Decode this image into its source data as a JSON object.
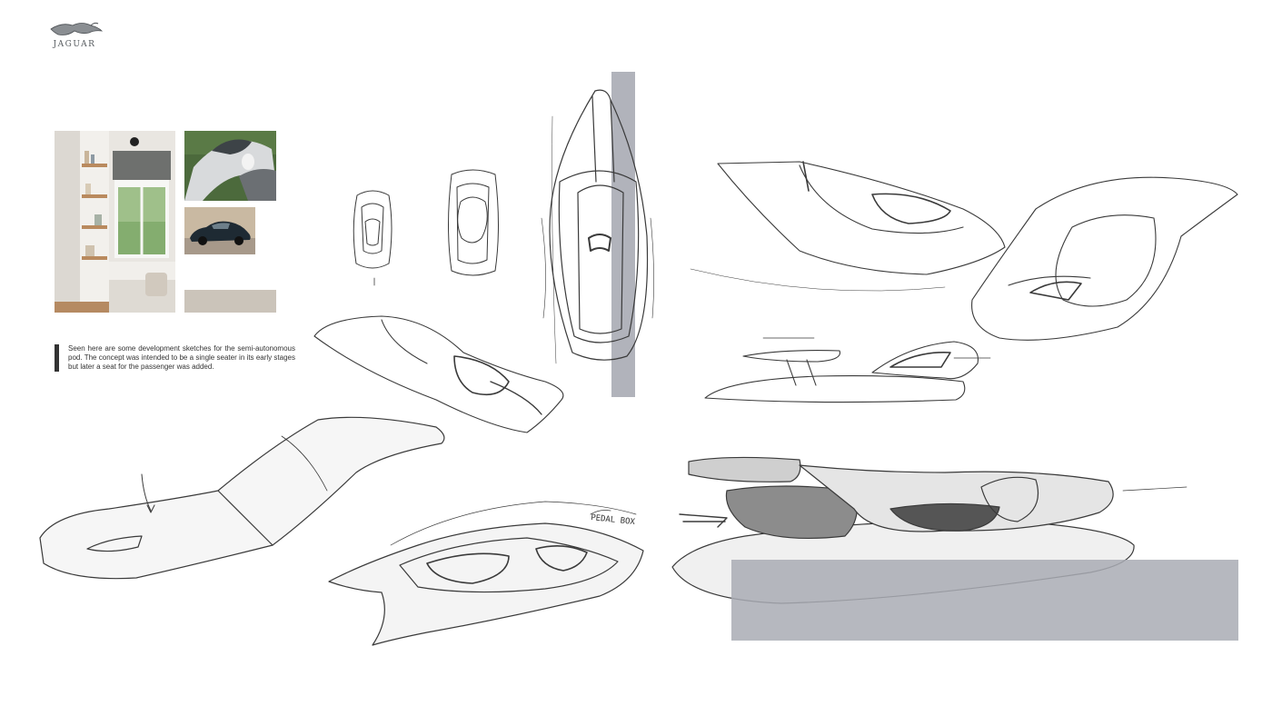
{
  "brand": {
    "logo_text": "JAGUAR",
    "leaper_icon": "jaguar-leaper-icon"
  },
  "caption": {
    "text": "Seen here are some development sketches for the semi-autonomous pod. The concept was intended to be a single seater in its early stages but later a seat for the passenger was added."
  },
  "sketch_annotation": {
    "text": "PEDAL BOX"
  },
  "colors": {
    "background": "#ffffff",
    "overlay_grey": "#a9abb4",
    "swatch_beige": "#cbc4ba",
    "line": "#3a3a3a",
    "text": "#333333"
  }
}
